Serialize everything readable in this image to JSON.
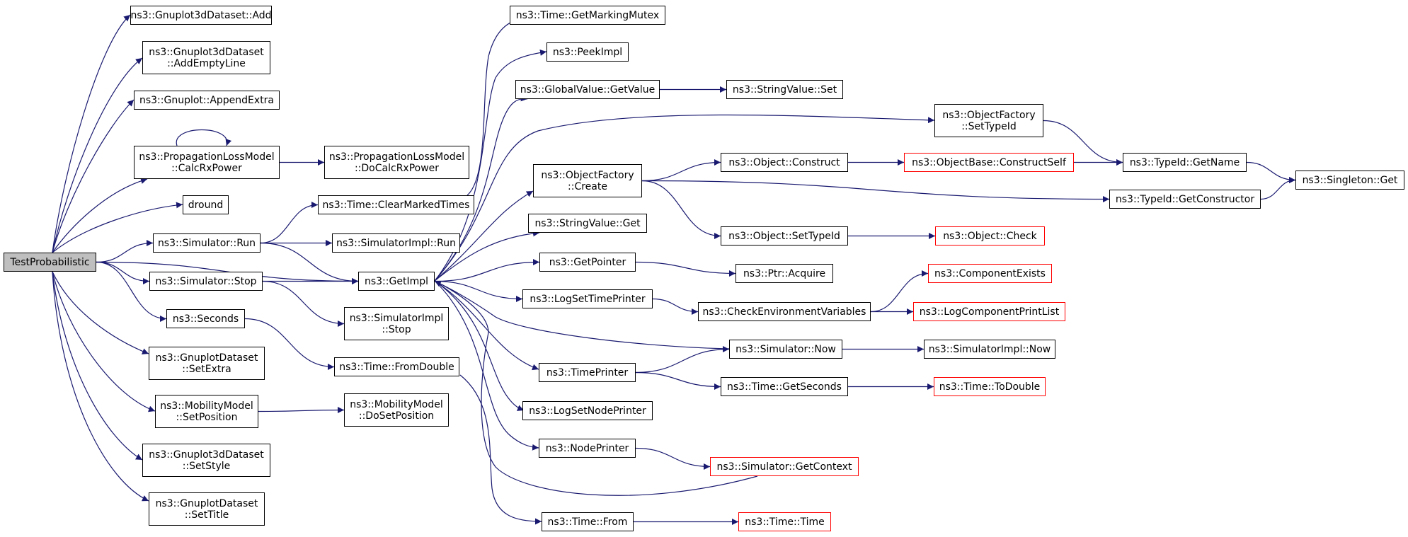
{
  "colors": {
    "edge": "#191970",
    "border": "#000000",
    "incomplete_border": "#ff0000",
    "root_fill": "#bfbfbf"
  },
  "nodes": {
    "testprob": {
      "lines": [
        "TestProbabilistic"
      ]
    },
    "g3d_add": {
      "lines": [
        "ns3::Gnuplot3dDataset::Add"
      ]
    },
    "g3d_addempty": {
      "lines": [
        "ns3::Gnuplot3dDataset",
        "::AddEmptyLine"
      ]
    },
    "gp_appendextra": {
      "lines": [
        "ns3::Gnuplot::AppendExtra"
      ]
    },
    "plm_calc": {
      "lines": [
        "ns3::PropagationLossModel",
        "::CalcRxPower"
      ]
    },
    "plm_docalc": {
      "lines": [
        "ns3::PropagationLossModel",
        "::DoCalcRxPower"
      ]
    },
    "dround": {
      "lines": [
        "dround"
      ]
    },
    "sim_run": {
      "lines": [
        "ns3::Simulator::Run"
      ]
    },
    "sim_stop": {
      "lines": [
        "ns3::Simulator::Stop"
      ]
    },
    "seconds": {
      "lines": [
        "ns3::Seconds"
      ]
    },
    "gpd_setextra": {
      "lines": [
        "ns3::GnuplotDataset",
        "::SetExtra"
      ]
    },
    "mm_setpos": {
      "lines": [
        "ns3::MobilityModel",
        "::SetPosition"
      ]
    },
    "g3d_setstyle": {
      "lines": [
        "ns3::Gnuplot3dDataset",
        "::SetStyle"
      ]
    },
    "gpd_settitle": {
      "lines": [
        "ns3::GnuplotDataset",
        "::SetTitle"
      ]
    },
    "time_clearmarked": {
      "lines": [
        "ns3::Time::ClearMarkedTimes"
      ]
    },
    "simimpl_run": {
      "lines": [
        "ns3::SimulatorImpl::Run"
      ]
    },
    "getimpl": {
      "lines": [
        "ns3::GetImpl"
      ]
    },
    "simimpl_stop": {
      "lines": [
        "ns3::SimulatorImpl",
        "::Stop"
      ]
    },
    "time_fromdouble": {
      "lines": [
        "ns3::Time::FromDouble"
      ]
    },
    "mm_dosetpos": {
      "lines": [
        "ns3::MobilityModel",
        "::DoSetPosition"
      ]
    },
    "time_getmarkingmutex": {
      "lines": [
        "ns3::Time::GetMarkingMutex"
      ]
    },
    "peekimpl": {
      "lines": [
        "ns3::PeekImpl"
      ]
    },
    "gv_getvalue": {
      "lines": [
        "ns3::GlobalValue::GetValue"
      ]
    },
    "of_create": {
      "lines": [
        "ns3::ObjectFactory",
        "::Create"
      ]
    },
    "sv_get": {
      "lines": [
        "ns3::StringValue::Get"
      ]
    },
    "getpointer": {
      "lines": [
        "ns3::GetPointer"
      ]
    },
    "logsettimeprinter": {
      "lines": [
        "ns3::LogSetTimePrinter"
      ]
    },
    "timeprinter": {
      "lines": [
        "ns3::TimePrinter"
      ]
    },
    "logsetnodeprinter": {
      "lines": [
        "ns3::LogSetNodePrinter"
      ]
    },
    "nodeprinter": {
      "lines": [
        "ns3::NodePrinter"
      ]
    },
    "time_from": {
      "lines": [
        "ns3::Time::From"
      ]
    },
    "sv_set": {
      "lines": [
        "ns3::StringValue::Set"
      ]
    },
    "of_settypeid": {
      "lines": [
        "ns3::ObjectFactory",
        "::SetTypeId"
      ]
    },
    "obj_construct": {
      "lines": [
        "ns3::Object::Construct"
      ]
    },
    "obj_settypeid": {
      "lines": [
        "ns3::Object::SetTypeId"
      ]
    },
    "ptr_acquire": {
      "lines": [
        "ns3::Ptr::Acquire"
      ]
    },
    "checkenv": {
      "lines": [
        "ns3::CheckEnvironmentVariables"
      ]
    },
    "sim_now": {
      "lines": [
        "ns3::Simulator::Now"
      ]
    },
    "time_getseconds": {
      "lines": [
        "ns3::Time::GetSeconds"
      ]
    },
    "sim_getcontext": {
      "lines": [
        "ns3::Simulator::GetContext"
      ]
    },
    "time_time": {
      "lines": [
        "ns3::Time::Time"
      ]
    },
    "objbase_constructself": {
      "lines": [
        "ns3::ObjectBase::ConstructSelf"
      ]
    },
    "typeid_getname": {
      "lines": [
        "ns3::TypeId::GetName"
      ]
    },
    "typeid_getctor": {
      "lines": [
        "ns3::TypeId::GetConstructor"
      ]
    },
    "singleton_get": {
      "lines": [
        "ns3::Singleton::Get"
      ]
    },
    "obj_check": {
      "lines": [
        "ns3::Object::Check"
      ]
    },
    "componentexists": {
      "lines": [
        "ns3::ComponentExists"
      ]
    },
    "logcomponentprintlist": {
      "lines": [
        "ns3::LogComponentPrintList"
      ]
    },
    "simimpl_now": {
      "lines": [
        "ns3::SimulatorImpl::Now"
      ]
    },
    "time_todouble": {
      "lines": [
        "ns3::Time::ToDouble"
      ]
    }
  },
  "edges": [
    [
      "testprob",
      "g3d_add"
    ],
    [
      "testprob",
      "g3d_addempty"
    ],
    [
      "testprob",
      "gp_appendextra"
    ],
    [
      "testprob",
      "plm_calc"
    ],
    [
      "testprob",
      "dround"
    ],
    [
      "testprob",
      "sim_run"
    ],
    [
      "testprob",
      "getimpl"
    ],
    [
      "testprob",
      "sim_stop"
    ],
    [
      "testprob",
      "seconds"
    ],
    [
      "testprob",
      "gpd_setextra"
    ],
    [
      "testprob",
      "mm_setpos"
    ],
    [
      "testprob",
      "g3d_setstyle"
    ],
    [
      "testprob",
      "gpd_settitle"
    ],
    [
      "plm_calc",
      "plm_calc"
    ],
    [
      "plm_calc",
      "plm_docalc"
    ],
    [
      "sim_run",
      "time_clearmarked"
    ],
    [
      "sim_run",
      "simimpl_run"
    ],
    [
      "sim_run",
      "getimpl"
    ],
    [
      "sim_stop",
      "getimpl"
    ],
    [
      "sim_stop",
      "simimpl_stop"
    ],
    [
      "seconds",
      "time_fromdouble"
    ],
    [
      "mm_setpos",
      "mm_dosetpos"
    ],
    [
      "time_clearmarked",
      "time_getmarkingmutex"
    ],
    [
      "time_fromdouble",
      "time_from"
    ],
    [
      "getimpl",
      "peekimpl"
    ],
    [
      "getimpl",
      "gv_getvalue"
    ],
    [
      "getimpl",
      "of_settypeid"
    ],
    [
      "getimpl",
      "of_create"
    ],
    [
      "getimpl",
      "sv_get"
    ],
    [
      "getimpl",
      "getpointer"
    ],
    [
      "getimpl",
      "logsettimeprinter"
    ],
    [
      "getimpl",
      "timeprinter"
    ],
    [
      "getimpl",
      "logsetnodeprinter"
    ],
    [
      "getimpl",
      "nodeprinter"
    ],
    [
      "sim_now",
      "getimpl"
    ],
    [
      "sim_getcontext",
      "getimpl"
    ],
    [
      "gv_getvalue",
      "sv_set"
    ],
    [
      "of_create",
      "obj_construct"
    ],
    [
      "of_create",
      "typeid_getctor"
    ],
    [
      "of_create",
      "obj_settypeid"
    ],
    [
      "getpointer",
      "ptr_acquire"
    ],
    [
      "logsettimeprinter",
      "checkenv"
    ],
    [
      "timeprinter",
      "sim_now"
    ],
    [
      "timeprinter",
      "time_getseconds"
    ],
    [
      "nodeprinter",
      "sim_getcontext"
    ],
    [
      "time_from",
      "time_time"
    ],
    [
      "of_settypeid",
      "typeid_getname"
    ],
    [
      "obj_construct",
      "objbase_constructself"
    ],
    [
      "obj_settypeid",
      "obj_check"
    ],
    [
      "checkenv",
      "componentexists"
    ],
    [
      "checkenv",
      "logcomponentprintlist"
    ],
    [
      "sim_now",
      "simimpl_now"
    ],
    [
      "time_getseconds",
      "time_todouble"
    ],
    [
      "objbase_constructself",
      "typeid_getname"
    ],
    [
      "typeid_getname",
      "singleton_get"
    ],
    [
      "typeid_getctor",
      "singleton_get"
    ]
  ]
}
